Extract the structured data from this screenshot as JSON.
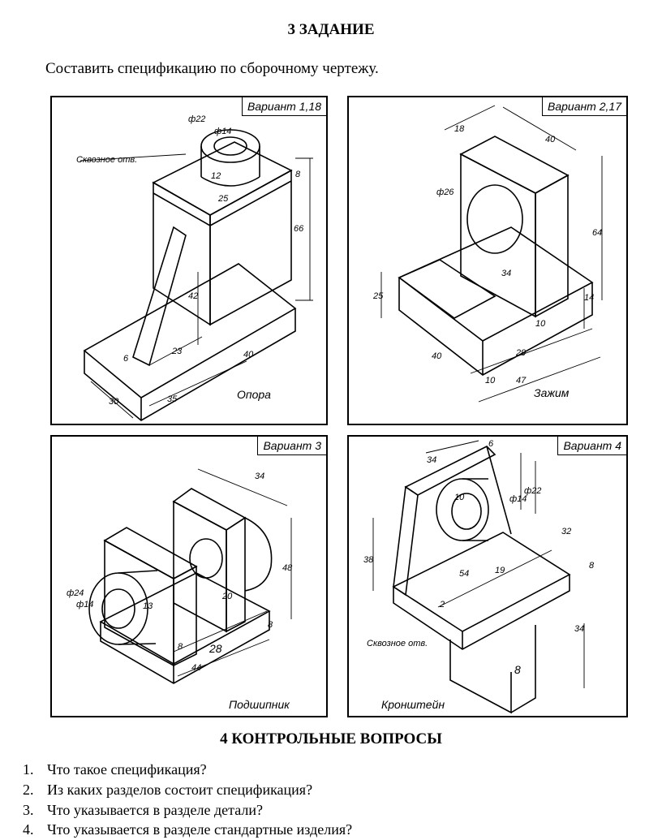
{
  "task": {
    "heading": "3 ЗАДАНИЕ",
    "instruction": "Составить спецификацию по сборочному чертежу."
  },
  "drawings": [
    {
      "variant": "Вариант 1,18",
      "part": "Опора",
      "note": "Сквозное отв.",
      "dims": [
        "ф22",
        "ф14",
        "12",
        "8",
        "25",
        "66",
        "42",
        "6",
        "23",
        "40",
        "30",
        "35"
      ]
    },
    {
      "variant": "Вариант 2,17",
      "part": "Зажим",
      "dims": [
        "18",
        "40",
        "ф26",
        "64",
        "34",
        "25",
        "14",
        "10",
        "40",
        "29",
        "10",
        "47"
      ]
    },
    {
      "variant": "Вариант 3",
      "part": "Подшипник",
      "dims": [
        "34",
        "ф24",
        "ф14",
        "13",
        "48",
        "20",
        "8",
        "8",
        "28",
        "44"
      ]
    },
    {
      "variant": "Вариант 4",
      "part": "Кронштейн",
      "note": "Сквозное отв.",
      "dims": [
        "34",
        "6",
        "10",
        "ф14",
        "ф22",
        "32",
        "38",
        "54",
        "19",
        "8",
        "2",
        "34",
        "8"
      ]
    }
  ],
  "questions": {
    "heading": "4 КОНТРОЛЬНЫЕ ВОПРОСЫ",
    "items": [
      {
        "num": "1.",
        "text": "Что такое спецификация?"
      },
      {
        "num": "2.",
        "text": "Из каких разделов состоит спецификация?"
      },
      {
        "num": "3.",
        "text": "Что указывается в разделе детали?"
      },
      {
        "num": "4.",
        "text": "Что указывается в разделе стандартные изделия?"
      }
    ]
  }
}
